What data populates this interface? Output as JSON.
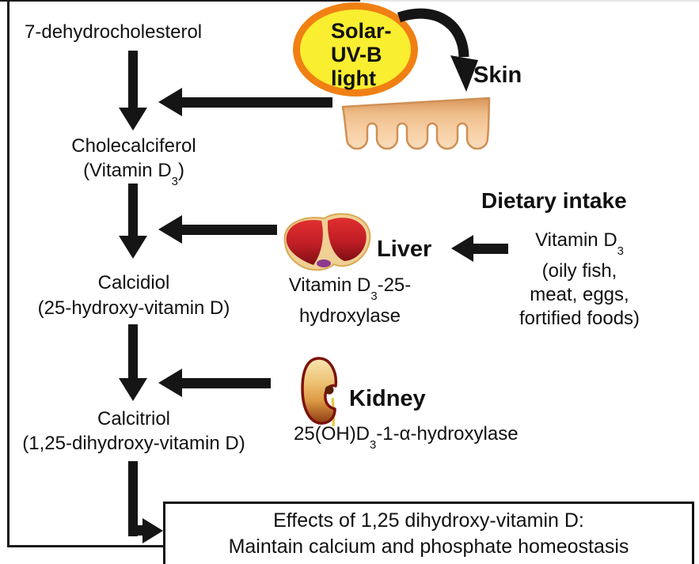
{
  "pathway": {
    "precursor": "7-dehydrocholesterol",
    "step1_name": "Cholecalciferol",
    "step1_alt_pre": "(Vitamin D",
    "step1_alt_sub": "3",
    "step1_alt_post": ")",
    "step2_name": "Calcidiol",
    "step2_alt": "(25-hydroxy-vitamin D)",
    "step3_name": "Calcitriol",
    "step3_alt": "(1,25-dihydroxy-vitamin D)"
  },
  "uv_oval": {
    "line1": "Solar-",
    "line2": "UV-B",
    "line3": "light"
  },
  "organs": {
    "skin": "Skin",
    "liver": "Liver",
    "kidney": "Kidney"
  },
  "enzymes": {
    "liver_pre": "Vitamin D",
    "liver_sub": "3",
    "liver_post": "-25-",
    "liver_line2": "hydroxylase",
    "kidney_pre": "25(OH)D",
    "kidney_sub": "3",
    "kidney_post": "-1-α-hydroxylase"
  },
  "dietary": {
    "title": "Dietary intake",
    "item_pre": "Vitamin D",
    "item_sub": "3",
    "line2": "(oily fish,",
    "line3": "meat, eggs,",
    "line4": "fortified foods)"
  },
  "effects_box": {
    "line1": "Effects of 1,25 dihydroxy-vitamin D:",
    "line2": "Maintain calcium and phosphate homeostasis"
  },
  "colors": {
    "uv_fill": "#f9ee30",
    "uv_border": "#f08013",
    "skin_fill": "#f3c392",
    "skin_outline": "#cf9055",
    "liver_red": "#c01d25",
    "liver_cream": "#f0d094",
    "kidney_dark": "#7c120c",
    "kidney_orange": "#dd9a44",
    "arrow_black": "#151515"
  }
}
